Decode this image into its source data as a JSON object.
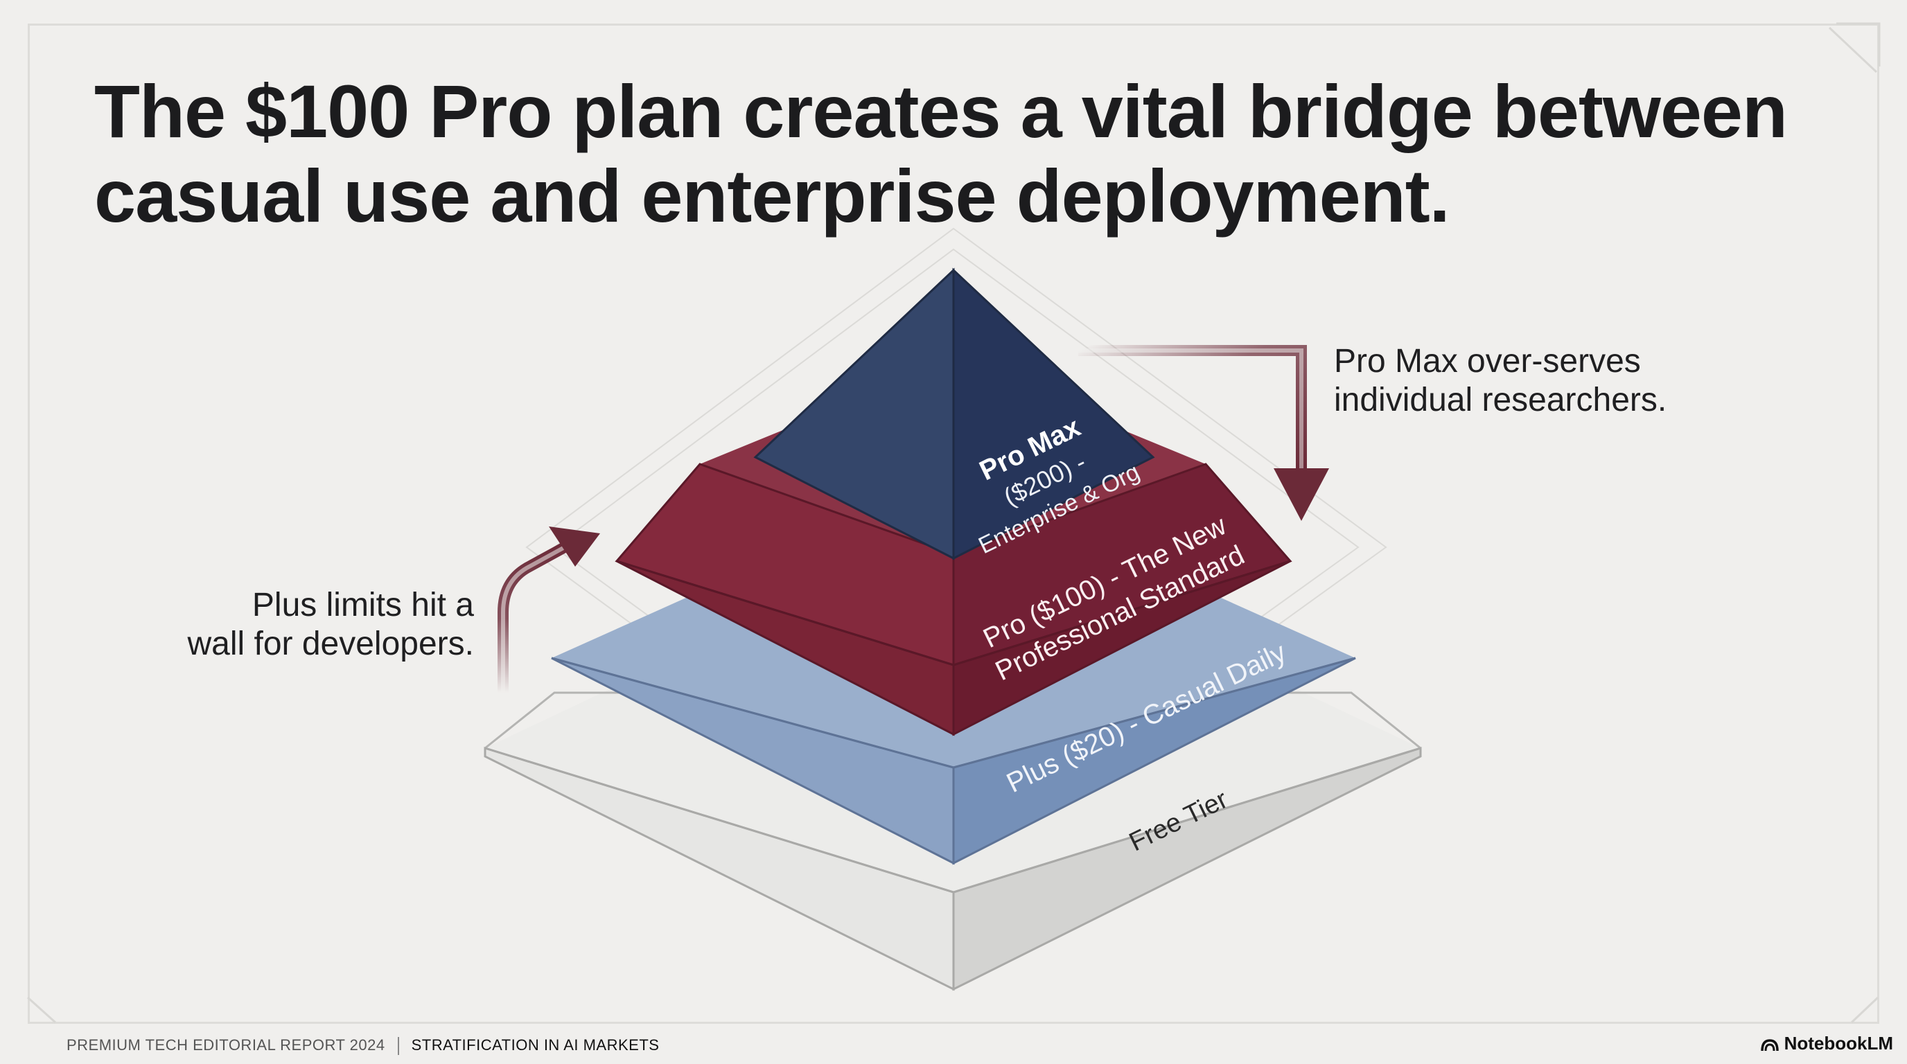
{
  "slide": {
    "title": "The $100 Pro plan creates a vital bridge between casual use and enterprise deployment."
  },
  "pyramid": {
    "tiers": [
      {
        "lines": [
          "Free Tier"
        ]
      },
      {
        "lines": [
          "Plus ($20) - Casual Daily"
        ]
      },
      {
        "lines": [
          "Pro ($100) - The New",
          "Professional Standard"
        ]
      },
      {
        "lines": [
          "Pro Max",
          "($200) -",
          "Enterprise & Org"
        ]
      }
    ]
  },
  "callouts": {
    "left": [
      "Plus limits hit a",
      "wall for developers."
    ],
    "right": [
      "Pro Max over-serves",
      "individual researchers."
    ]
  },
  "footer": {
    "left": "PREMIUM TECH EDITORIAL REPORT 2024",
    "right": "STRATIFICATION IN AI MARKETS",
    "brand": "NotebookLM"
  },
  "colors": {
    "free": "#dcdcda",
    "plus": "#8099bd",
    "pro": "#7a2436",
    "promax": "#2c3c5c"
  }
}
